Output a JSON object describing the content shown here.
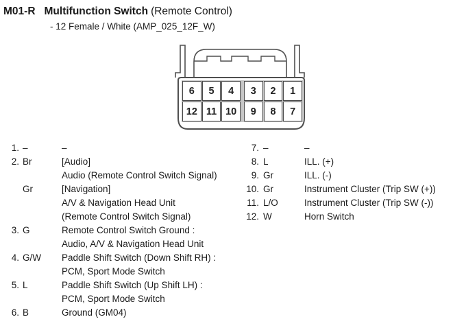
{
  "header": {
    "connector_id": "M01-R",
    "title": "Multifunction Switch",
    "title_suffix": "(Remote Control)",
    "subtitle": "- 12 Female / White (AMP_025_12F_W)"
  },
  "connector": {
    "description": "12-pin female connector, front view",
    "pin_rows": [
      [
        "6",
        "5",
        "4",
        "3",
        "2",
        "1"
      ],
      [
        "12",
        "11",
        "10",
        "9",
        "8",
        "7"
      ]
    ]
  },
  "pin_table": {
    "left": [
      {
        "n": "1.",
        "c": "–",
        "d": "–"
      },
      {
        "n": "2.",
        "c": "Br",
        "d": "[Audio]"
      },
      {
        "n": "",
        "c": "",
        "d": "Audio (Remote Control Switch Signal)"
      },
      {
        "n": "",
        "c": "Gr",
        "d": "[Navigation]"
      },
      {
        "n": "",
        "c": "",
        "d": "A/V & Navigation Head Unit"
      },
      {
        "n": "",
        "c": "",
        "d": "(Remote Control Switch Signal)"
      },
      {
        "n": "3.",
        "c": "G",
        "d": "Remote Control Switch Ground :"
      },
      {
        "n": "",
        "c": "",
        "d": "Audio, A/V & Navigation Head Unit"
      },
      {
        "n": "4.",
        "c": "G/W",
        "d": "Paddle Shift Switch (Down Shift RH) :"
      },
      {
        "n": "",
        "c": "",
        "d": "PCM, Sport Mode Switch"
      },
      {
        "n": "5.",
        "c": "L",
        "d": "Paddle Shift Switch (Up Shift LH) :"
      },
      {
        "n": "",
        "c": "",
        "d": "PCM, Sport Mode Switch"
      },
      {
        "n": "6.",
        "c": "B",
        "d": "Ground (GM04)"
      }
    ],
    "right": [
      {
        "n": "7.",
        "c": "–",
        "d": "–"
      },
      {
        "n": "8.",
        "c": "L",
        "d": "ILL. (+)"
      },
      {
        "n": "9.",
        "c": "Gr",
        "d": "ILL. (-)"
      },
      {
        "n": "10.",
        "c": "Gr",
        "d": "Instrument Cluster (Trip SW (+))"
      },
      {
        "n": "11.",
        "c": "L/O",
        "d": "Instrument Cluster (Trip SW (-))"
      },
      {
        "n": "12.",
        "c": "W",
        "d": "Horn Switch"
      }
    ]
  },
  "colors": {
    "line": "#4f4f4f",
    "grid_gap": "#c6c6c6",
    "text": "#1b1b1b"
  }
}
